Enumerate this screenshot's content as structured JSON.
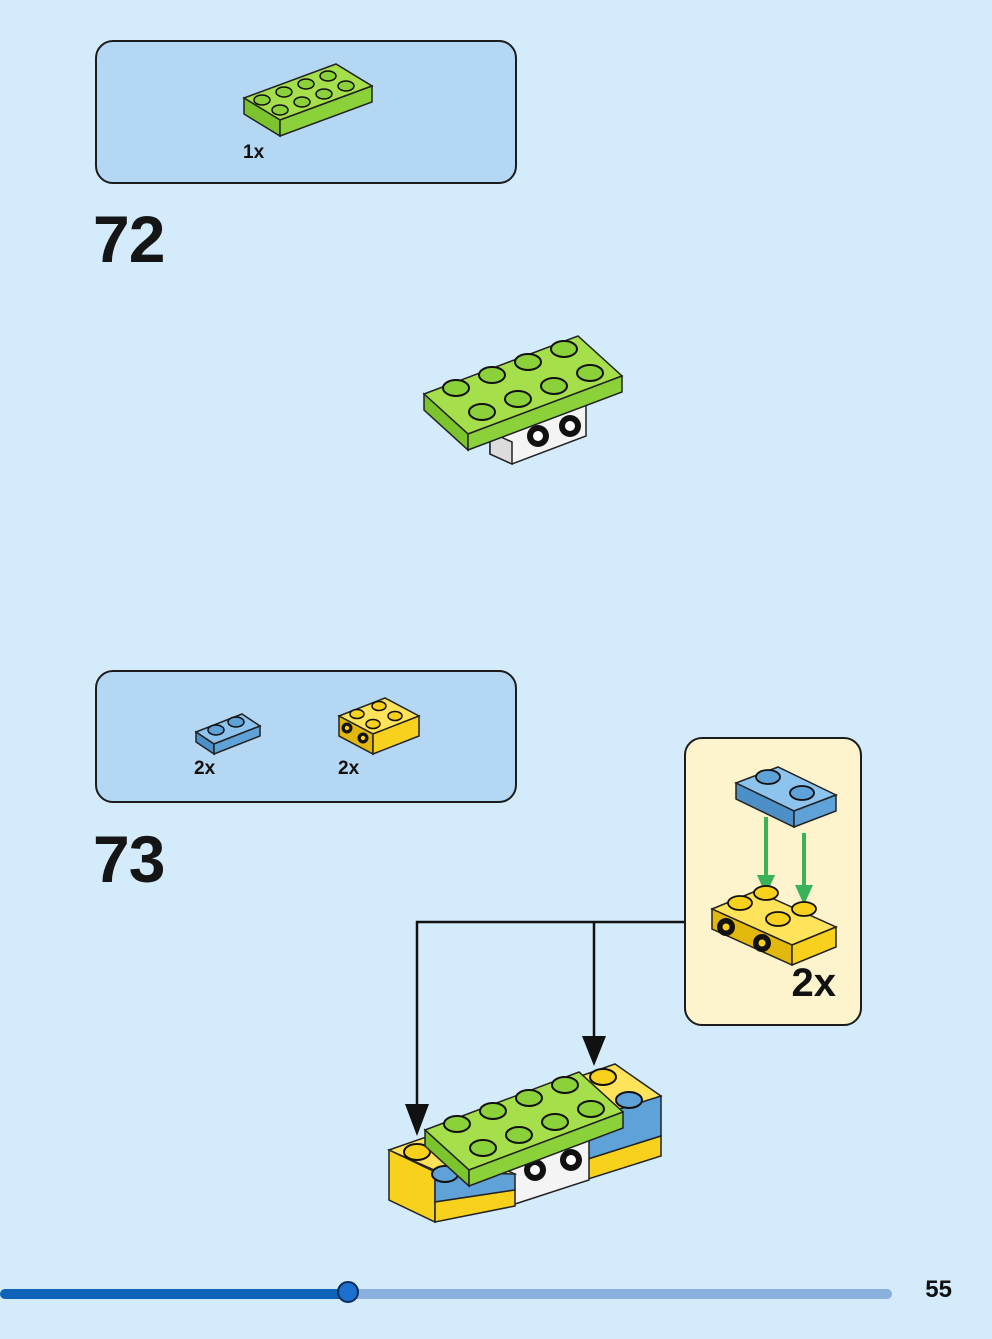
{
  "steps": [
    {
      "number": "72",
      "parts": [
        {
          "qty": "1x",
          "icon": "green-plate-2x4-icon"
        }
      ]
    },
    {
      "number": "73",
      "parts": [
        {
          "qty": "2x",
          "icon": "blue-plate-1x2-icon"
        },
        {
          "qty": "2x",
          "icon": "yellow-brick-side-studs-icon"
        }
      ]
    }
  ],
  "callout": {
    "qty": "2x",
    "icon": "subassembly-icon"
  },
  "progress": {
    "fraction": 0.39
  },
  "page": {
    "number": "55"
  },
  "colors": {
    "background": "#d3ebfa",
    "parts_box": "#b4d7f3",
    "callout_box": "#fdf4cd",
    "green": "#8bd23a",
    "blue": "#5fa2d8",
    "yellow": "#f7d11c",
    "arrow_green": "#3ab25a",
    "progress_fill": "#0d63b8",
    "progress_track": "#8ab0de"
  }
}
